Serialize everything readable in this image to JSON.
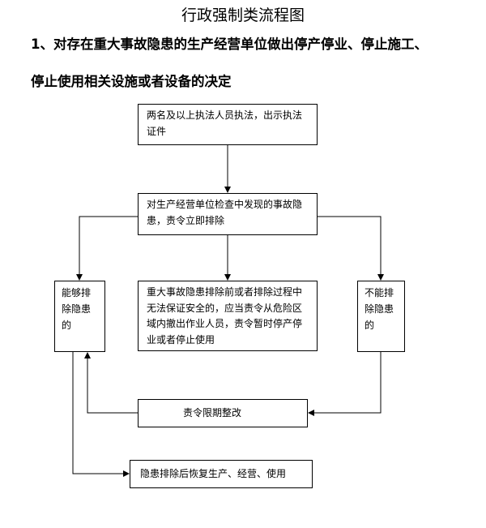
{
  "document": {
    "title": "行政强制类流程图",
    "heading_line1": "1、对存在重大事故隐患的生产经营单位做出停产停业、停止施工、",
    "heading_line2": "停止使用相关设施或者设备的决定"
  },
  "flowchart": {
    "box1": "两名及以上执法人员执法，出示执法证件",
    "box2": "对生产经营单位检查中发现的事故隐患，责令立即排除",
    "box3": "能够排除隐患的",
    "box4": "重大事故隐患排除前或者排除过程中无法保证安全的，应当责令从危险区域内撤出作业人员，责令暂时停产停业或者停止使用",
    "box5": "不能排除隐患的",
    "box6": "责令限期整改",
    "box7": "隐患排除后恢复生产、经营、使用"
  }
}
